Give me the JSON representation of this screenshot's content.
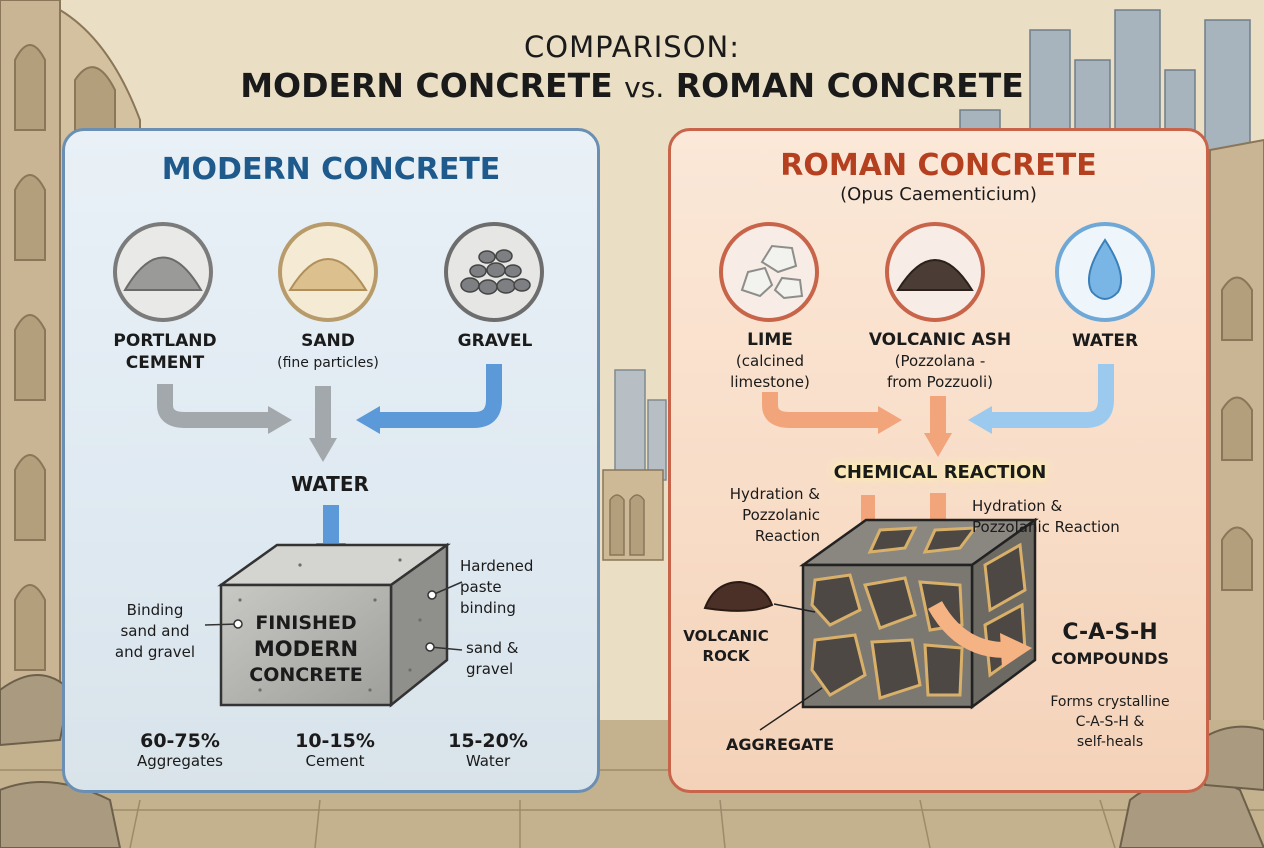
{
  "title": {
    "line1": "COMPARISON:",
    "left": "MODERN CONCRETE",
    "vs": "vs.",
    "right": "ROMAN CONCRETE"
  },
  "modern": {
    "heading": "MODERN CONCRETE",
    "ingredients": [
      {
        "name_line1": "PORTLAND",
        "name_line2": "CEMENT",
        "icon": "cement-pile-icon"
      },
      {
        "name_line1": "SAND",
        "note": "(fine particles)",
        "icon": "sand-pile-icon"
      },
      {
        "name_line1": "GRAVEL",
        "icon": "gravel-pile-icon"
      }
    ],
    "water": "WATER",
    "block": {
      "line1": "FINISHED",
      "line2": "MODERN",
      "line3": "CONCRETE"
    },
    "callouts": {
      "left_line1": "Binding",
      "left_line2": "sand and",
      "left_line3": "and gravel",
      "right_top_line1": "Hardened",
      "right_top_line2": "paste",
      "right_top_line3": "binding",
      "right_bottom_line1": "sand &",
      "right_bottom_line2": "gravel"
    },
    "stats": [
      {
        "value": "60-75%",
        "label": "Aggregates"
      },
      {
        "value": "10-15%",
        "label": "Cement"
      },
      {
        "value": "15-20%",
        "label": "Water"
      }
    ],
    "colors": {
      "heading": "#1f5a8c",
      "arrow_gray": "#9aa1a6",
      "arrow_blue": "#4f8ed1"
    }
  },
  "roman": {
    "heading": "ROMAN CONCRETE",
    "subheading": "(Opus Caementicium)",
    "ingredients": [
      {
        "name_line1": "LIME",
        "note_line1": "(calcined",
        "note_line2": "limestone)",
        "icon": "lime-rocks-icon"
      },
      {
        "name_line1": "VOLCANIC ASH",
        "note_line1": "(Pozzolana -",
        "note_line2": "from Pozzuoli)",
        "icon": "ash-pile-icon"
      },
      {
        "name_line1": "WATER",
        "icon": "water-drop-icon"
      }
    ],
    "reaction": "CHEMICAL REACTION",
    "reaction_notes": {
      "left_line1": "Hydration &",
      "left_line2": "Pozzolanic",
      "left_line3": "Reaction",
      "right_line1": "Hydration &",
      "right_line2": "Pozzolanic Reaction"
    },
    "volcanic_rock": {
      "line1": "VOLCANIC",
      "line2": "ROCK"
    },
    "aggregate": "AGGREGATE",
    "cash": {
      "line1": "C-A-S-H",
      "line2": "COMPOUNDS"
    },
    "cash_note": {
      "line1": "Forms crystalline",
      "line2": "C-A-S-H &",
      "line3": "self-heals"
    },
    "colors": {
      "heading": "#b5401f",
      "arrow_orange": "#f1a06f",
      "arrow_blue": "#8ec1e8"
    }
  }
}
